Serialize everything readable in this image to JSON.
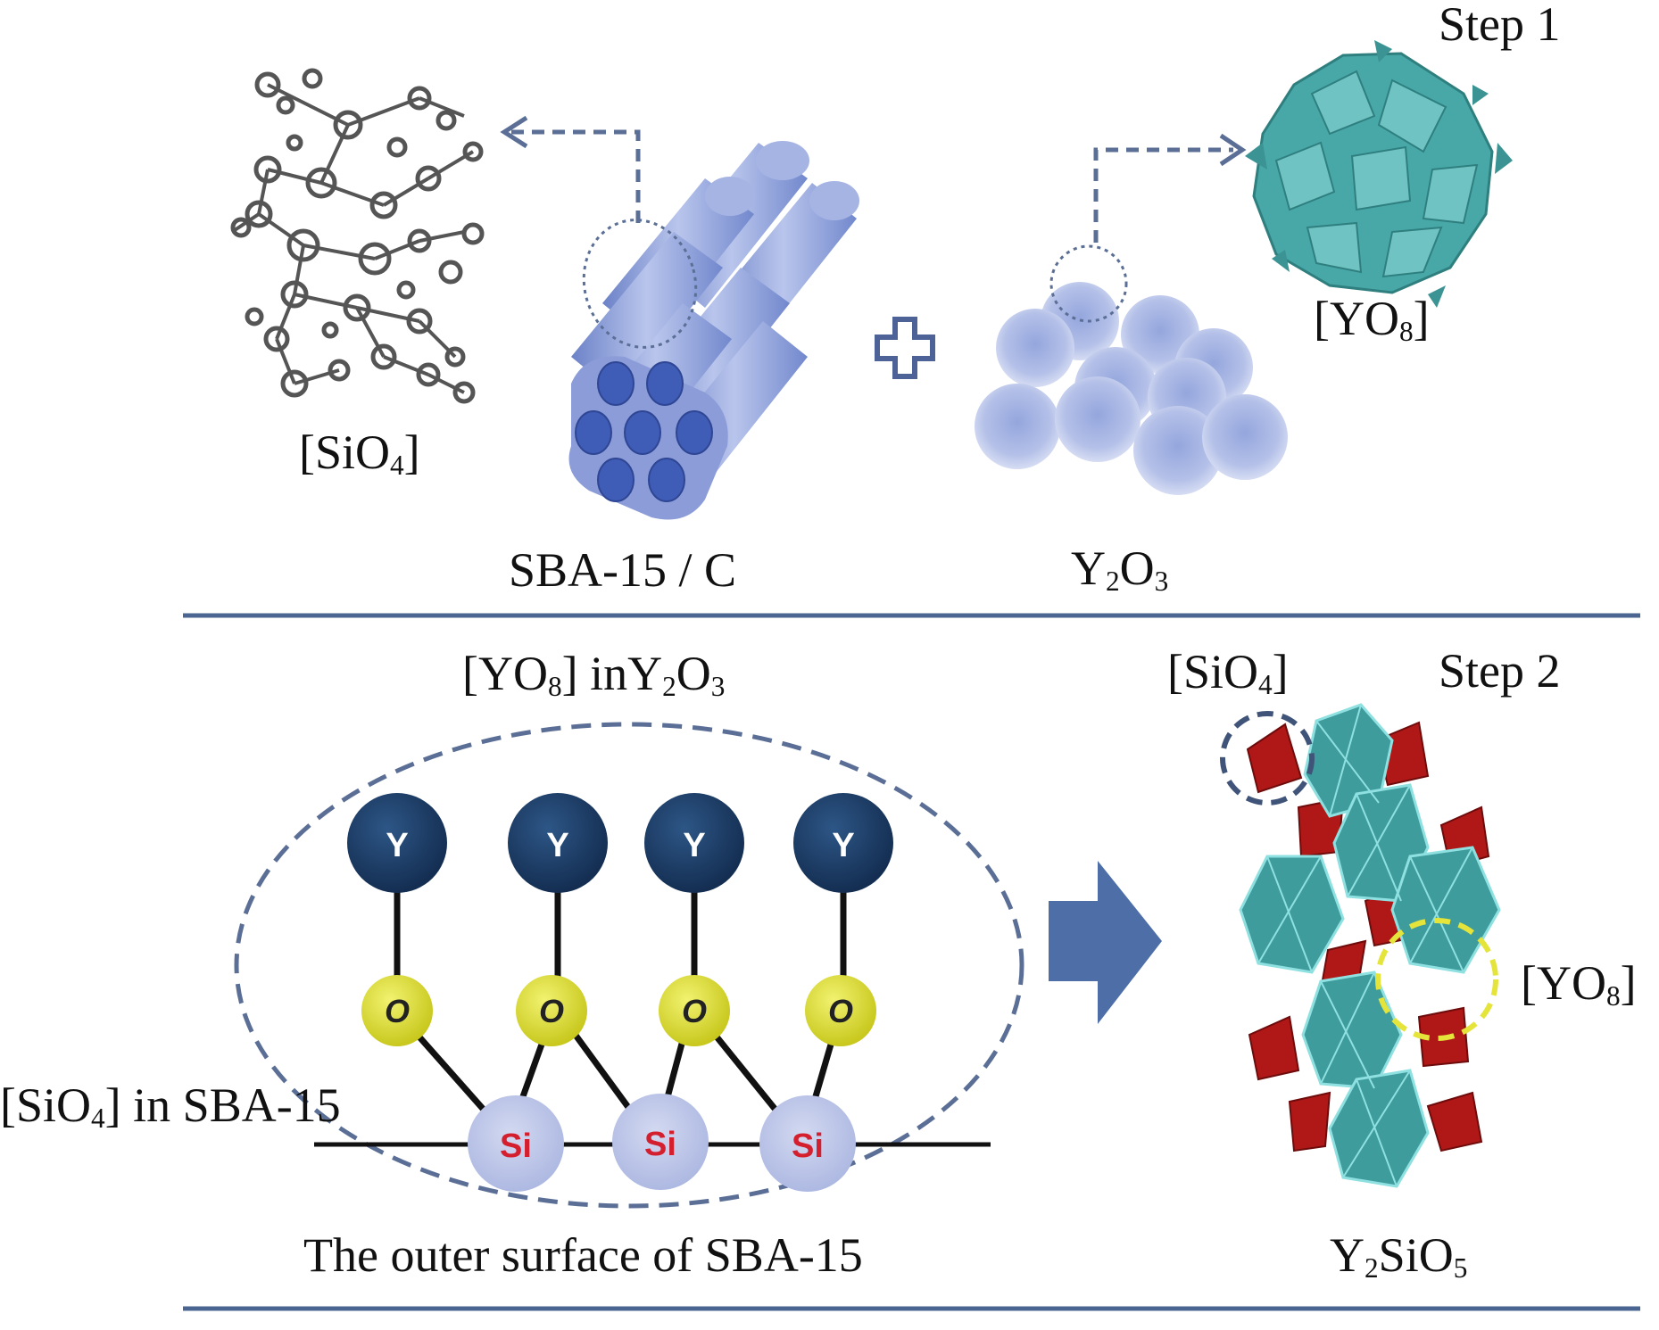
{
  "step1": {
    "step_label": "Step 1",
    "sio4_label": {
      "pre": "[SiO",
      "sub": "4",
      "post": "]"
    },
    "sba_label": "SBA-15 / C",
    "y2o3_label": {
      "a": "Y",
      "a_sub": "2",
      "b": "O",
      "b_sub": "3"
    },
    "yo8_label": {
      "pre": "[YO",
      "sub": "8",
      "post": "]"
    }
  },
  "step2": {
    "step_label": "Step 2",
    "yo8_in_y2o3_label": {
      "pre": "[YO",
      "sub1": "8",
      "mid": "] inY",
      "sub2": "2",
      "mid2": "O",
      "sub3": "3"
    },
    "sio4_label": {
      "pre": "[SiO",
      "sub": "4",
      "post": "]"
    },
    "yo8_label": {
      "pre": "[YO",
      "sub": "8",
      "post": "]"
    },
    "sio4_in_sba_label": {
      "pre": "[SiO",
      "sub": "4",
      "post": "] in SBA-15"
    },
    "surface_label": "The outer surface of SBA-15",
    "product_label": {
      "a": "Y",
      "a_sub": "2",
      "b": "SiO",
      "b_sub": "5"
    },
    "atoms": {
      "y": "Y",
      "o": "O",
      "si": "Si"
    }
  },
  "colors": {
    "divider": "#4a6591",
    "dashed": "#5b6f96",
    "tube": "#7f93d3",
    "tube_end": "#3f5cb6",
    "sphere": "#aab7e3",
    "yo8_cluster": "#48a8a8",
    "y_atom": "#1d3f66",
    "o_atom": "#e4e43a",
    "si_atom": "#c3cbea",
    "si_text": "#d4202e",
    "arrow": "#4d6ea7",
    "tetra_red": "#b01818",
    "octa_teal": "#3e9c9c"
  }
}
